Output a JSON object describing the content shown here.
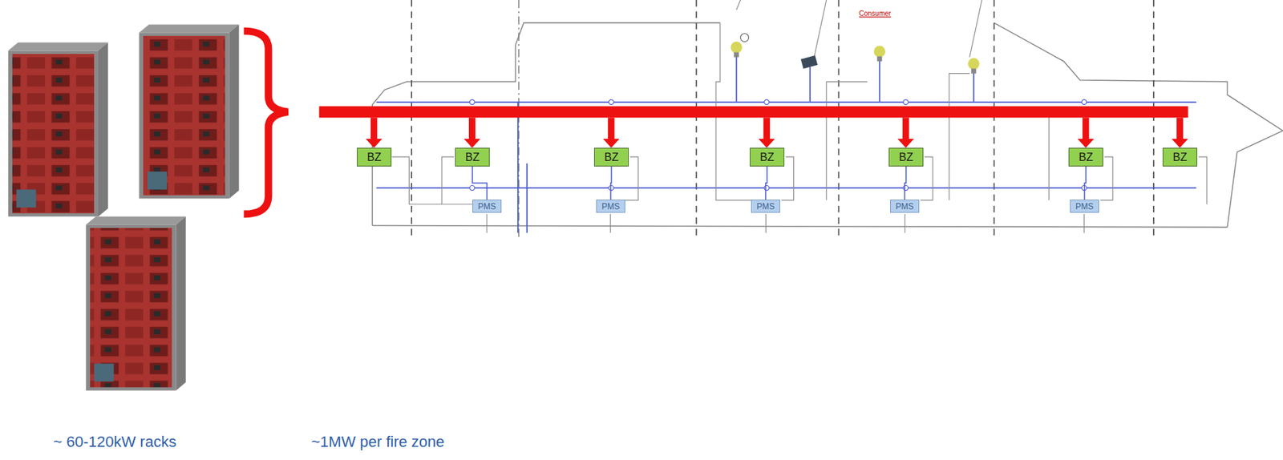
{
  "diagram": {
    "nodes": [
      {
        "text": [
          "BZ"
        ]
      },
      {
        "text": [
          "BZ"
        ]
      },
      {
        "text": [
          "BZ"
        ]
      },
      {
        "text": [
          "BZ"
        ]
      },
      {
        "text": [
          "BZ"
        ]
      },
      {
        "text": [
          "BZ"
        ]
      },
      {
        "text": [
          "BZ"
        ]
      },
      {
        "text": [
          "PMS"
        ]
      },
      {
        "text": [
          "PMS"
        ]
      },
      {
        "text": [
          "PMS"
        ]
      },
      {
        "text": [
          "PMS"
        ]
      },
      {
        "text": [
          "PMS"
        ]
      }
    ],
    "edges": [
      {
        "from": 1,
        "to": 7,
        "arrow": "none"
      },
      {
        "from": 2,
        "to": 8,
        "arrow": "none"
      },
      {
        "from": 3,
        "to": 9,
        "arrow": "none"
      },
      {
        "from": 4,
        "to": 10,
        "arrow": "none"
      },
      {
        "from": 5,
        "to": 11,
        "arrow": "none"
      }
    ],
    "labels": [
      "Consumer",
      "~ 60-120kW racks",
      "~1MW per fire zone"
    ]
  }
}
